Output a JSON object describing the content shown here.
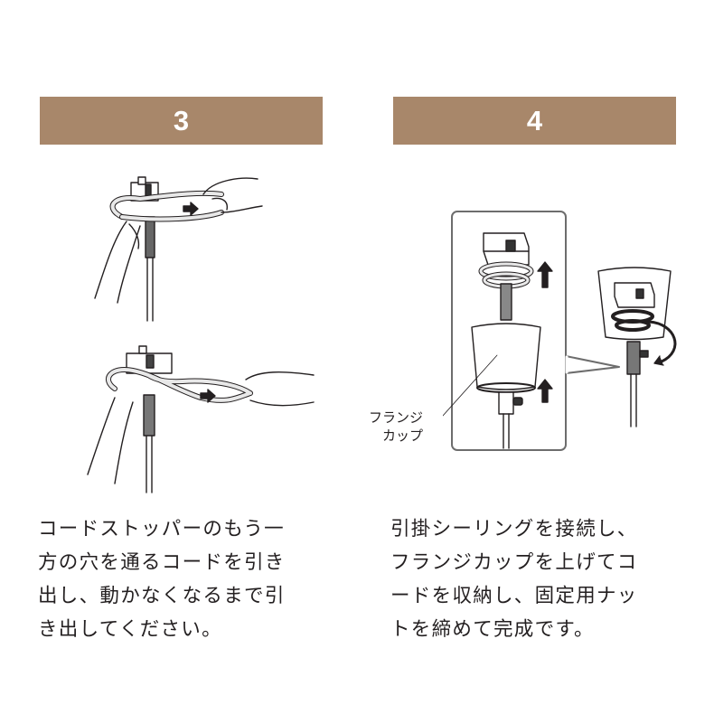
{
  "steps": [
    {
      "number": "3",
      "header_color": "#a8876a",
      "description_lines": [
        "コードストッパーのもう一",
        "方の穴を通るコードを引き",
        "出し、動かなくなるまで引",
        "き出してください。"
      ],
      "illustrations": [
        "hands-pulling-cord-through-stopper",
        "hands-pulling-cord-tight"
      ]
    },
    {
      "number": "4",
      "header_color": "#a8876a",
      "description_lines": [
        "引掛シーリングを接続し、",
        "フランジカップを上げてコ",
        "ードを収納し、固定用ナッ",
        "トを締めて完成です。"
      ],
      "illustrations": [
        "flange-cup-raise-detail",
        "flange-cup-assembled-nut-tighten"
      ],
      "callout_label_lines": [
        "フランジ",
        "カップ"
      ]
    }
  ]
}
